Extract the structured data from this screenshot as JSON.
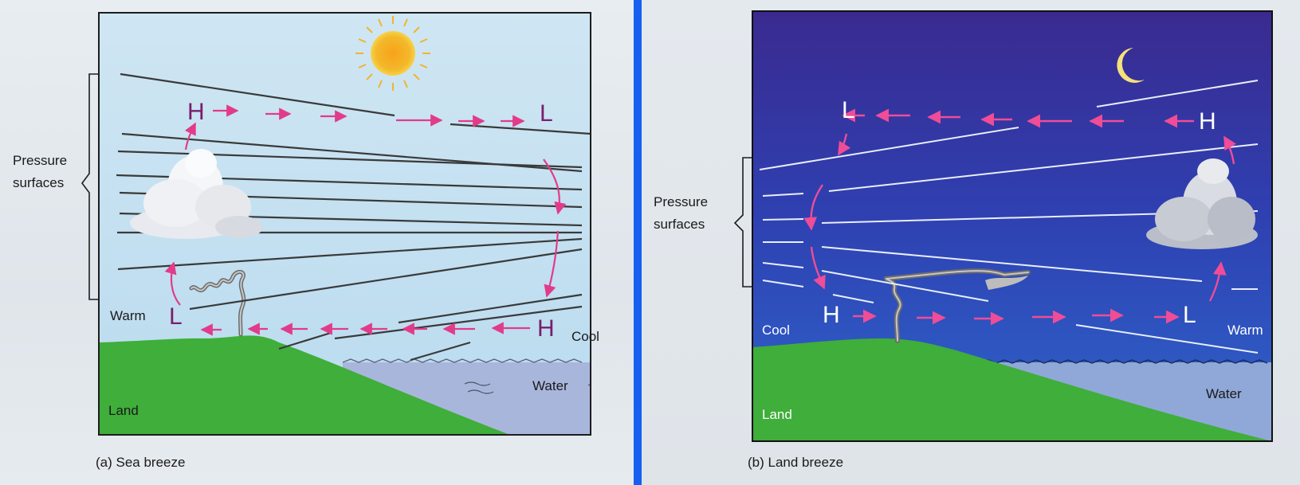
{
  "panels": [
    {
      "id": "sea",
      "caption": "(a) Sea breeze",
      "pressure_label_line1": "Pressure",
      "pressure_label_line2": "surfaces",
      "label_high_top": "H",
      "label_low_top": "L",
      "label_high_surface": "H",
      "label_low_surface": "L",
      "label_warm": "Warm",
      "label_cool": "Cool",
      "label_land": "Land",
      "label_water": "Water",
      "sky_top": "#cfe6f3",
      "sky_bottom": "#b9dbef",
      "land_color": "#3fae3a",
      "water_color": "#a9b6dc",
      "pressure_line_color": "#3a3a3a",
      "pressure_letter_color": "#7a1e6b",
      "arrow_color": "#e23b8a",
      "celestial_icon": "sun-icon"
    },
    {
      "id": "land",
      "caption": "(b) Land breeze",
      "pressure_label_line1": "Pressure",
      "pressure_label_line2": "surfaces",
      "label_low_top": "L",
      "label_high_top": "H",
      "label_high_surface": "H",
      "label_low_surface": "L",
      "label_cool": "Cool",
      "label_warm": "Warm",
      "label_land": "Land",
      "label_water": "Water",
      "sky_top": "#3a2a8f",
      "sky_bottom": "#2d5fc9",
      "land_color": "#3fae3a",
      "water_color": "#8fa8d8",
      "pressure_line_color": "#e8eef8",
      "pressure_letter_color": "#ffffff",
      "arrow_color": "#f04c97",
      "celestial_icon": "moon-icon"
    }
  ]
}
